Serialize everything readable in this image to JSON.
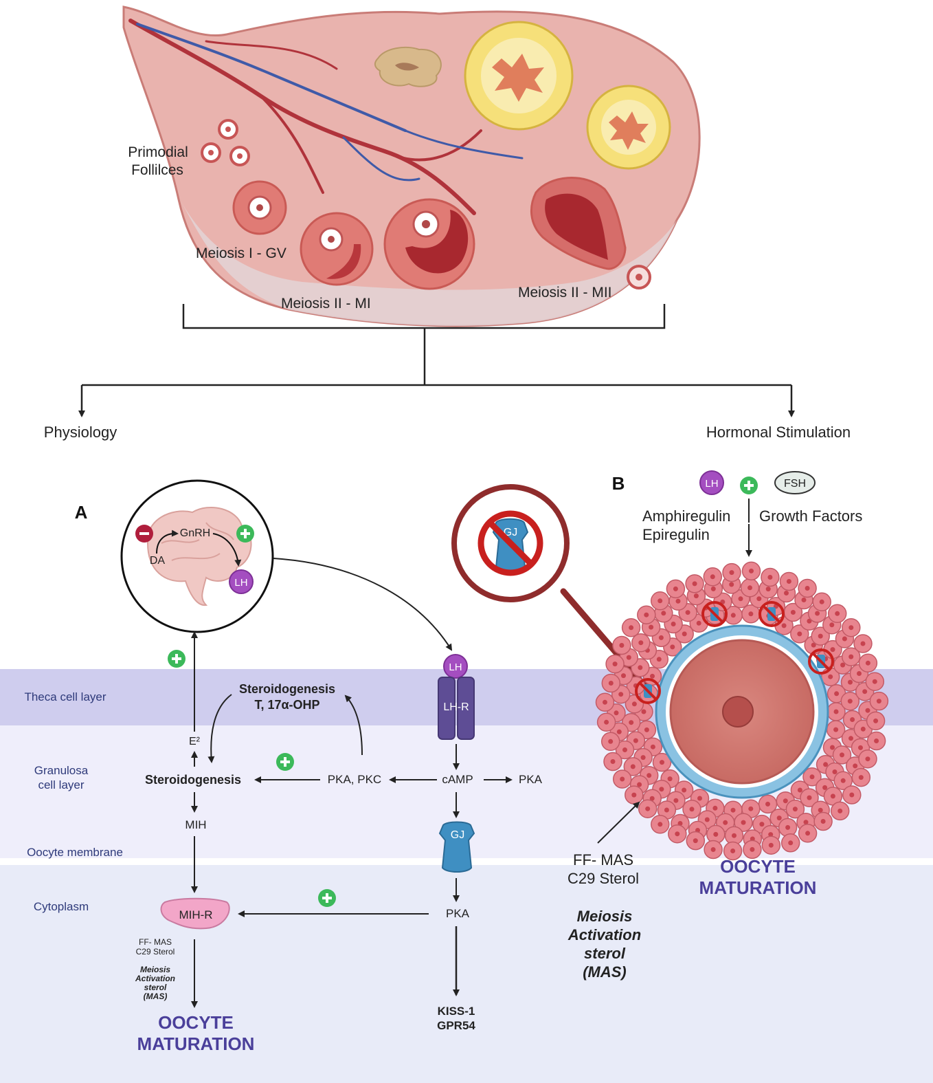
{
  "ovary": {
    "primordial_label": [
      "Primodial",
      "Follilces"
    ],
    "meiosis1_gv": "Meiosis I - GV",
    "meiosis2_mi": "Meiosis II - MI",
    "meiosis2_mii": "Meiosis II - MII"
  },
  "branches": {
    "physiology": "Physiology",
    "hormonal": "Hormonal Stimulation"
  },
  "panel_a": {
    "letter": "A",
    "layers": {
      "theca": "Theca cell layer",
      "granulosa": [
        "Granulosa",
        "cell layer"
      ],
      "oocyte_membrane": "Oocyte membrane",
      "cytoplasm": "Cytoplasm"
    },
    "brain": {
      "gnrh": "GnRH",
      "da": "DA",
      "lh": "LH"
    },
    "lh_receptor": {
      "ligand": "LH",
      "receptor": "LH-R"
    },
    "steroidogenesis_theca": [
      "Steroidogenesis",
      "T, 17α-OHP"
    ],
    "e2": "E²",
    "steroidogenesis": "Steroidogenesis",
    "pka_pkc": "PKA, PKC",
    "camp": "cAMP",
    "pka_right": "PKA",
    "gj": "GJ",
    "pka_low": "PKA",
    "mih": "MIH",
    "mih_r": "MIH-R",
    "ffmas_small": [
      "FF- MAS",
      "C29 Sterol"
    ],
    "mas_small": [
      "Meiosis",
      "Activation",
      "sterol",
      "(MAS)"
    ],
    "kiss": [
      "KISS-1",
      "GPR54"
    ],
    "oocyte_maturation": [
      "OOCYTE",
      "MATURATION"
    ]
  },
  "panel_b": {
    "letter": "B",
    "lh": "LH",
    "fsh": "FSH",
    "amphiregulin": [
      "Amphiregulin",
      "Epiregulin"
    ],
    "growth_factors": "Growth Factors",
    "gj_block": "GJ",
    "ffmas": [
      "FF- MAS",
      "C29 Sterol"
    ],
    "mas": [
      "Meiosis",
      "Activation",
      "sterol",
      "(MAS)"
    ],
    "oocyte_maturation": [
      "OOCYTE",
      "MATURATION"
    ]
  },
  "colors": {
    "theca_band": "#cfcdee",
    "granulosa_band": "#efeefb",
    "cytoplasm_band": "#e8ebf8",
    "accent_purple": "#4a3f9a",
    "inhibit_red": "#b01e3c",
    "stimulate_green": "#3cb95a",
    "lh_purple": "#a44ec0",
    "gj_blue": "#3f8fc2",
    "ovary_pink": "#e9b3ae"
  }
}
